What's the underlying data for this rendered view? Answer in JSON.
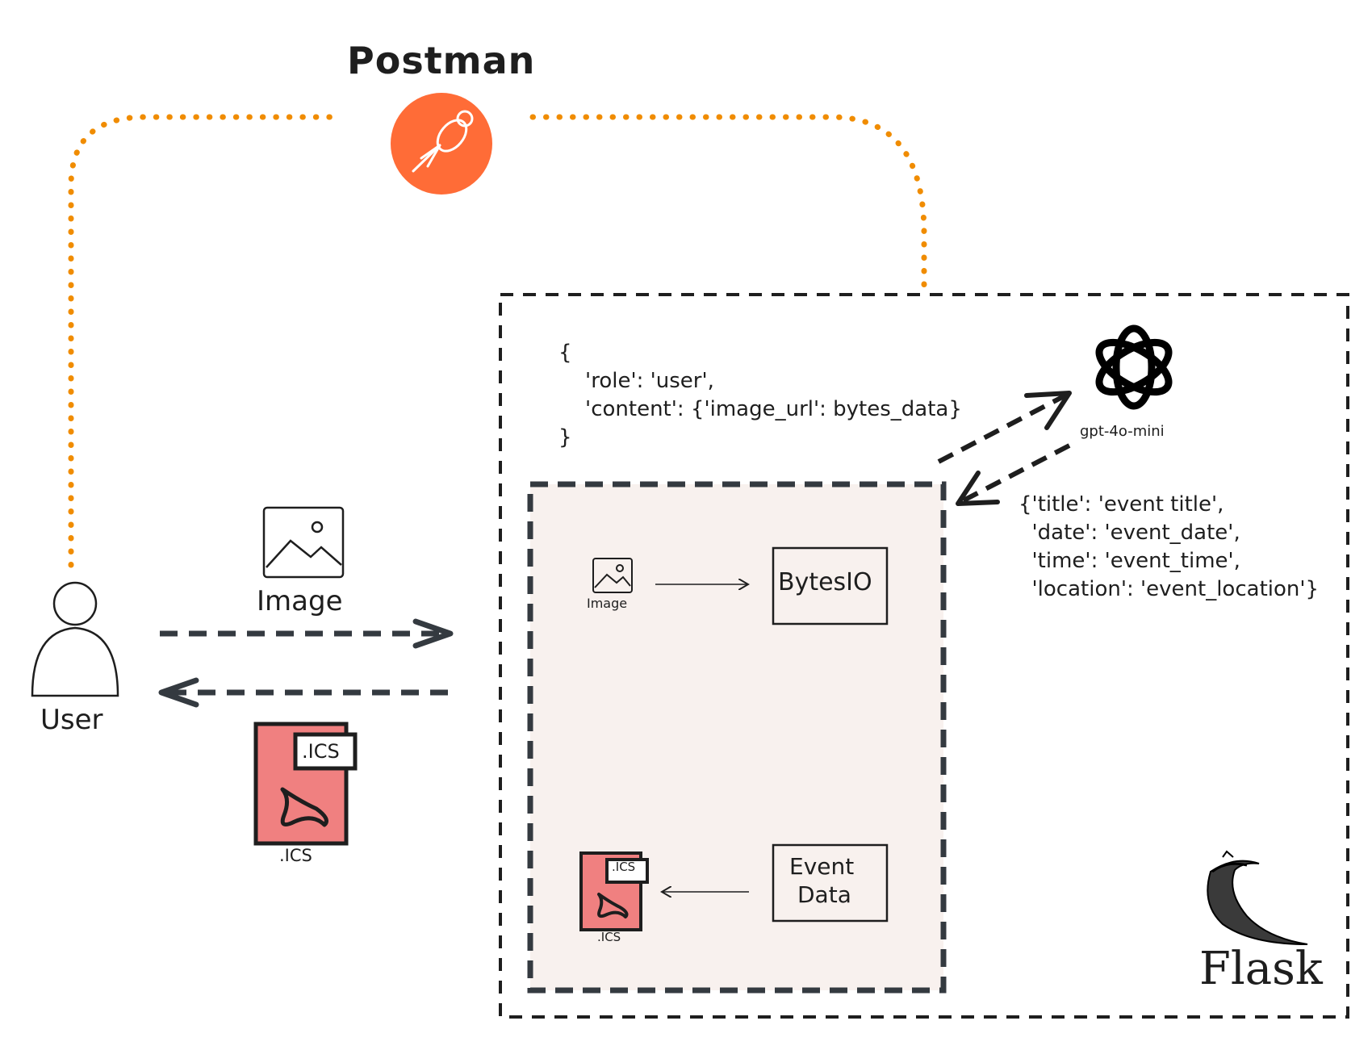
{
  "labels": {
    "postman": "Postman",
    "user": "User",
    "image_big": "Image",
    "image_small": "Image",
    "ics_caption_big": ".ICS",
    "ics_badge_big": ".ICS",
    "ics_caption_small": ".ICS",
    "ics_badge_small": ".ICS",
    "bytesio": "BytesIO",
    "event_data_line1": "Event",
    "event_data_line2": "Data",
    "gpt_model": "gpt-4o-mini",
    "flask": "Flask"
  },
  "request_code": "{\n    'role': 'user',\n    'content': {'image_url': bytes_data}\n}",
  "response_code": "{'title': 'event title',\n  'date': 'event_date',\n  'time': 'event_time',\n  'location': 'event_location'}",
  "colors": {
    "postman_orange": "#ff6c37",
    "dotted_connector": "#f08c00",
    "ics_file_fill": "#f08080",
    "inner_box_fill": "#f8f1ee",
    "stroke": "#1e1e1e",
    "arrow_dash": "#343a40"
  },
  "icons": [
    "postman-logo-icon",
    "user-icon",
    "image-icon",
    "ics-file-icon",
    "openai-logo-icon",
    "flask-logo-icon"
  ]
}
